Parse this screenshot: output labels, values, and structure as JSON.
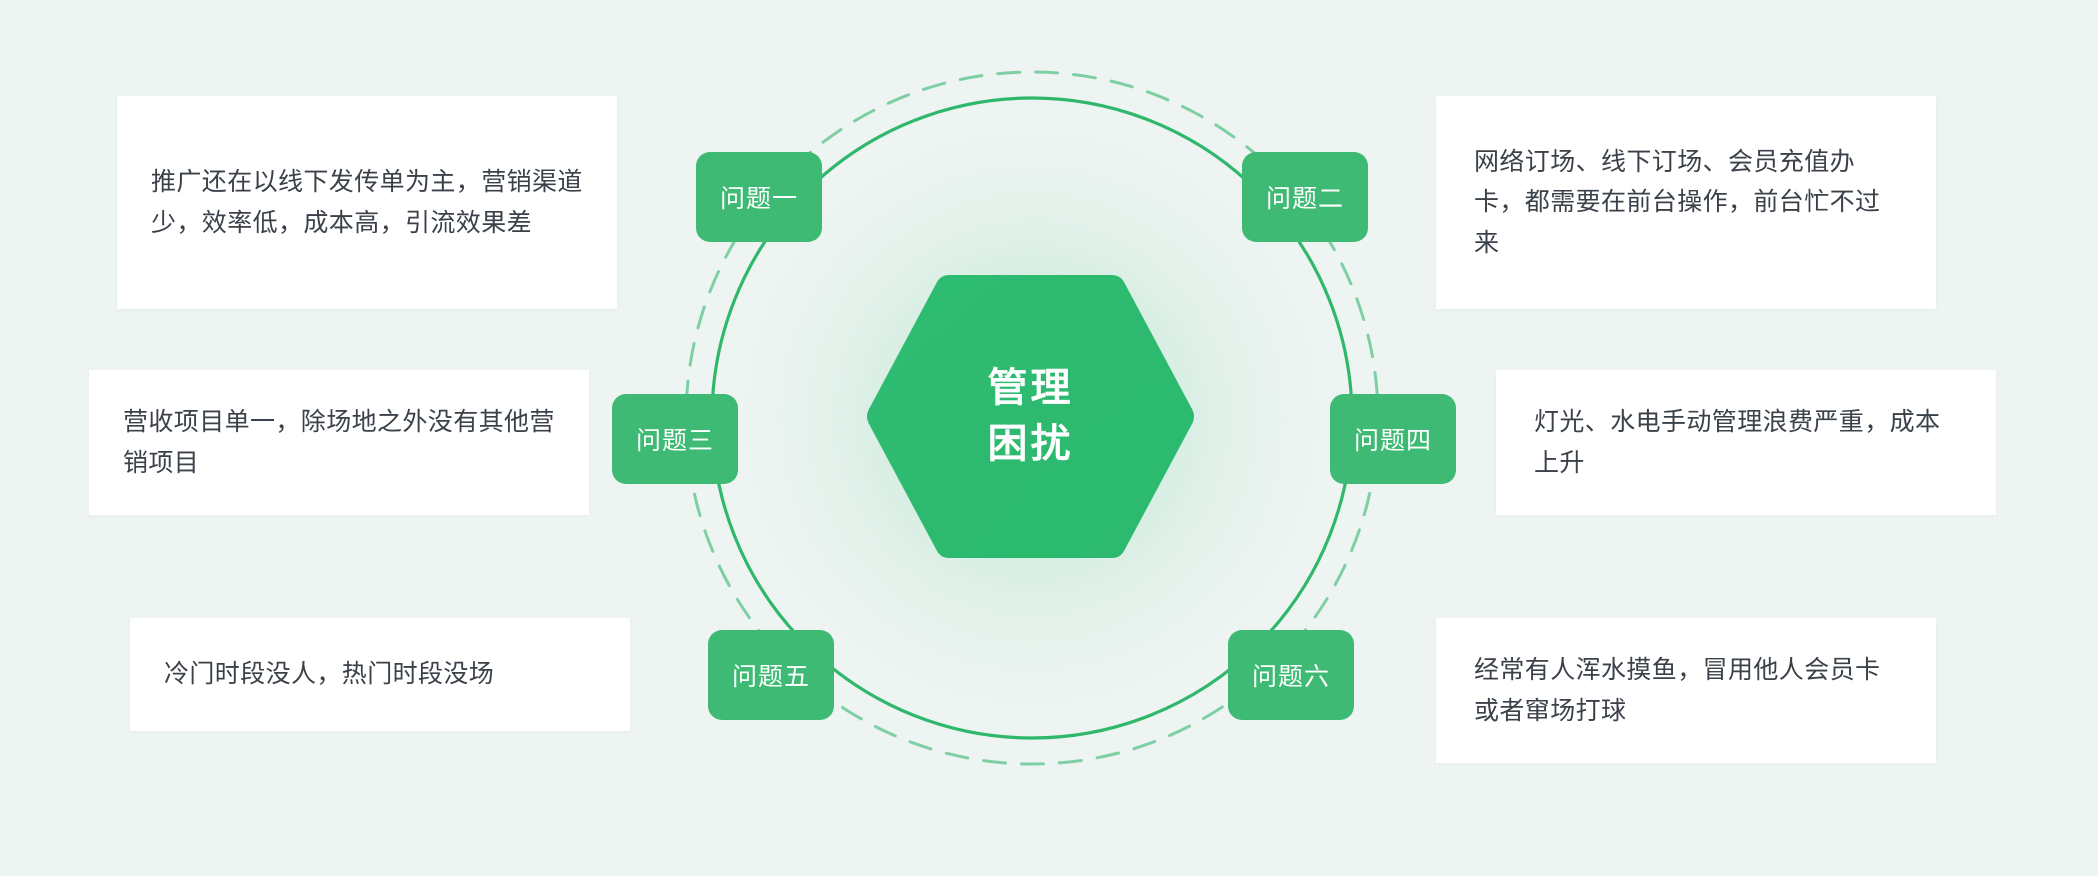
{
  "theme": {
    "background": "#eef4f2",
    "accent": "#2fb86b",
    "accent_soft": "#3fba74",
    "card_background": "#ffffff",
    "text_color": "#3b4149",
    "ring_solid": "#2fb86b",
    "ring_dashed": "#7fcfa4"
  },
  "center": {
    "label": "管理\n困扰",
    "shape": "hexagon"
  },
  "nodes": [
    {
      "id": "node-1",
      "label": "问题一"
    },
    {
      "id": "node-2",
      "label": "问题二"
    },
    {
      "id": "node-3",
      "label": "问题三"
    },
    {
      "id": "node-4",
      "label": "问题四"
    },
    {
      "id": "node-5",
      "label": "问题五"
    },
    {
      "id": "node-6",
      "label": "问题六"
    }
  ],
  "cards": [
    {
      "id": "card-1",
      "node": "问题一",
      "text": "推广还在以线下发传单为主，营销渠道少，效率低，成本高，引流效果差"
    },
    {
      "id": "card-2",
      "node": "问题二",
      "text": "网络订场、线下订场、会员充值办卡，都需要在前台操作，前台忙不过来"
    },
    {
      "id": "card-3",
      "node": "问题三",
      "text": "营收项目单一，除场地之外没有其他营销项目"
    },
    {
      "id": "card-4",
      "node": "问题四",
      "text": "灯光、水电手动管理浪费严重，成本上升"
    },
    {
      "id": "card-5",
      "node": "问题五",
      "text": "冷门时段没人，热门时段没场"
    },
    {
      "id": "card-6",
      "node": "问题六",
      "text": "经常有人浑水摸鱼，冒用他人会员卡或者窜场打球"
    }
  ]
}
